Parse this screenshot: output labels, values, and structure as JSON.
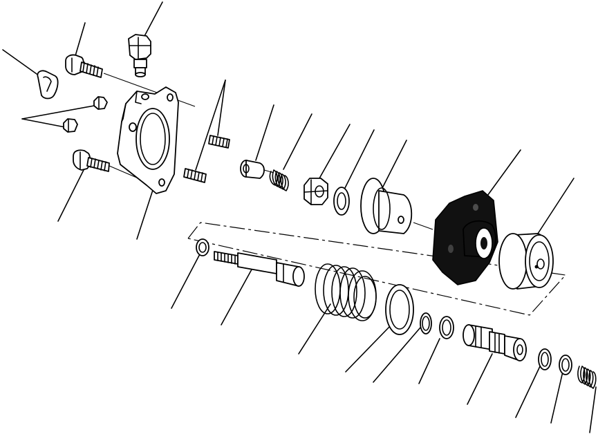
{
  "diagram": {
    "type": "exploded-parts-view",
    "parts": [
      {
        "id": "clip",
        "icon": "clip-icon"
      },
      {
        "id": "bolt-upper",
        "icon": "bolt-icon"
      },
      {
        "id": "pipe-fitting",
        "icon": "fitting-icon"
      },
      {
        "id": "nut-upper",
        "icon": "nut-icon"
      },
      {
        "id": "nut-lower",
        "icon": "nut-icon"
      },
      {
        "id": "flange-housing",
        "icon": "flange-icon"
      },
      {
        "id": "bolt-lower",
        "icon": "bolt-icon"
      },
      {
        "id": "set-screw-upper",
        "icon": "set-screw-icon"
      },
      {
        "id": "set-screw-lower",
        "icon": "set-screw-icon"
      },
      {
        "id": "plunger",
        "icon": "plunger-icon"
      },
      {
        "id": "small-spring",
        "icon": "spring-icon"
      },
      {
        "id": "hex-nut",
        "icon": "nut-icon"
      },
      {
        "id": "washer",
        "icon": "washer-icon"
      },
      {
        "id": "flanged-bushing",
        "icon": "bushing-icon"
      },
      {
        "id": "cover-plate",
        "icon": "cover-icon"
      },
      {
        "id": "piston",
        "icon": "piston-icon"
      },
      {
        "id": "ring",
        "icon": "ring-icon"
      },
      {
        "id": "shaft",
        "icon": "shaft-icon"
      },
      {
        "id": "large-spring",
        "icon": "spring-icon"
      },
      {
        "id": "large-washer",
        "icon": "washer-icon"
      },
      {
        "id": "seal-ring-1",
        "icon": "ring-icon"
      },
      {
        "id": "seal-ring-2",
        "icon": "ring-icon"
      },
      {
        "id": "spool",
        "icon": "spool-icon"
      },
      {
        "id": "seal-ring-3",
        "icon": "ring-icon"
      },
      {
        "id": "seal-ring-4",
        "icon": "ring-icon"
      },
      {
        "id": "end-spring",
        "icon": "spring-icon"
      }
    ],
    "colors": {
      "line": "#000000",
      "background": "#ffffff",
      "solid-part": "#111111"
    }
  }
}
